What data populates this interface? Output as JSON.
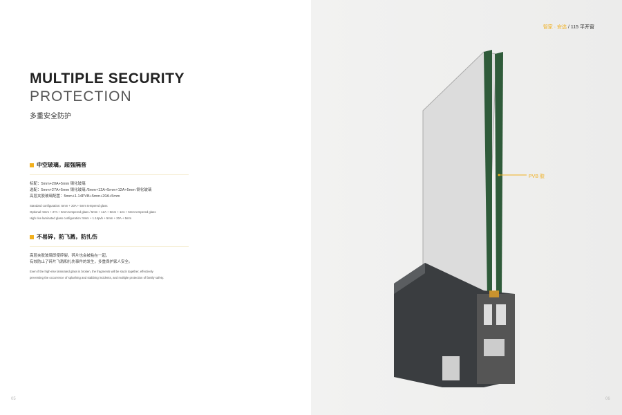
{
  "title_line1": "MULTIPLE SECURITY",
  "title_line2": "PROTECTION",
  "title_cn": "多重安全防护",
  "section1": {
    "heading": "中空玻璃，超强隔音",
    "cn_lines": [
      "标配：5mm+20A+5mm 钢化玻璃",
      "选配：5mm+27A+5mm 钢化玻璃 /5mm+12A+5mm+12A+5mm 钢化玻璃",
      "高层夹胶玻璃配置：5mm+1.14PVB+5mm+20A+5mm"
    ],
    "en_lines": [
      "Standard configuration: 5mm + 20A + 5mm tempered glass",
      "Optional: 5mm + 27A + 5mm tempered glass / 5mm + 12A + 5mm + 12A + 5mm tempered glass",
      "High rise laminated glass configuration: 5mm + 1.14pvb + 5mm + 20A + 5mm"
    ]
  },
  "section2": {
    "heading": "不易碎，防飞溅，防扎伤",
    "cn_lines": [
      "高层夹胶玻璃即使碎裂，碎片也会被粘在一起，",
      "有效防止了碎片飞溅和扎伤事件的发生，多重保护家人安全。"
    ],
    "en_lines": [
      "Even if the high-rise laminated glass is broken, the fragments will be stuck together, effectively",
      "preventing the occurrence of splashing and stabbing incidents, and multiple protection of family safety."
    ]
  },
  "header": {
    "brand": "智家 · 安选",
    "separator": " / ",
    "product": "115 平开窗"
  },
  "callout": "PVB 胶",
  "page_left": "05",
  "page_right": "06",
  "accent": "#f2b01e"
}
